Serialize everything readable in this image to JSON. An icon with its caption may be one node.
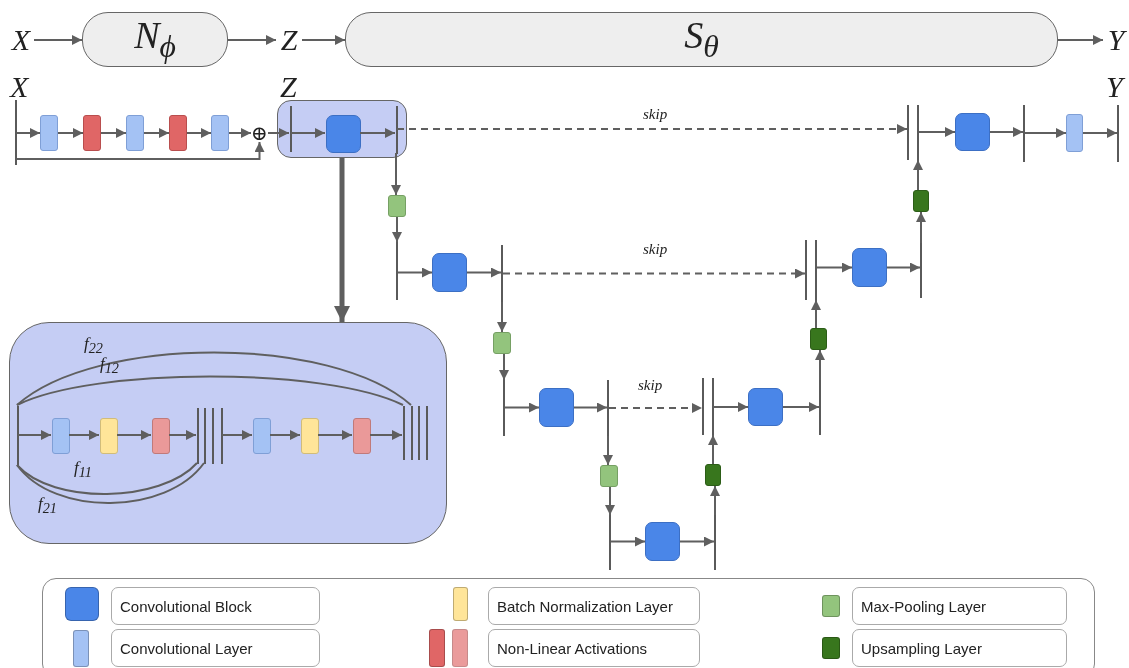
{
  "diagram": {
    "nodes": [
      {
        "text": [
          "X"
        ]
      },
      {
        "text": [
          "N$_{ϕ}$"
        ]
      },
      {
        "text": [
          "Z"
        ]
      },
      {
        "text": [
          "S$_{θ}$"
        ]
      },
      {
        "text": [
          "Y"
        ]
      },
      {
        "text": [],
        "shape": "bar"
      },
      {
        "text": [],
        "shape": "box"
      },
      {
        "text": [],
        "shape": "box"
      },
      {
        "text": [],
        "shape": "box"
      },
      {
        "text": [],
        "shape": "box"
      },
      {
        "text": [],
        "shape": "box"
      },
      {
        "text": [
          "⊕"
        ]
      },
      {
        "text": [],
        "shape": "box"
      },
      {
        "text": [],
        "shape": "bar",
        "in": 12
      },
      {
        "text": [],
        "shape": "box",
        "in": 12
      },
      {
        "text": [],
        "shape": "bar",
        "in": 12
      },
      {
        "text": [],
        "shape": "box"
      },
      {
        "text": [],
        "shape": "bar",
        "in": 16
      },
      {
        "text": [],
        "shape": "box",
        "in": 16
      },
      {
        "text": [],
        "shape": "box",
        "in": 16
      },
      {
        "text": [],
        "shape": "box",
        "in": 16
      },
      {
        "text": [],
        "shape": "bar",
        "in": 16
      },
      {
        "text": [],
        "shape": "bar",
        "in": 16
      },
      {
        "text": [],
        "shape": "bar",
        "in": 16
      },
      {
        "text": [],
        "shape": "bar",
        "in": 16
      },
      {
        "text": [],
        "shape": "box",
        "in": 16
      },
      {
        "text": [],
        "shape": "box",
        "in": 16
      },
      {
        "text": [],
        "shape": "box",
        "in": 16
      },
      {
        "text": [],
        "shape": "bar",
        "in": 16
      },
      {
        "text": [],
        "shape": "bar",
        "in": 16
      },
      {
        "text": [],
        "shape": "bar",
        "in": 16
      },
      {
        "text": [],
        "shape": "bar",
        "in": 16
      },
      {
        "text": [],
        "shape": "bar"
      },
      {
        "text": [],
        "shape": "bar"
      },
      {
        "text": [],
        "shape": "box"
      },
      {
        "text": [],
        "shape": "bar"
      },
      {
        "text": [],
        "shape": "box"
      },
      {
        "text": [],
        "shape": "bar"
      },
      {
        "text": [],
        "shape": "box"
      },
      {
        "text": [],
        "shape": "box"
      },
      {
        "text": [],
        "shape": "bar"
      },
      {
        "text": [],
        "shape": "box"
      },
      {
        "text": [],
        "shape": "bar"
      },
      {
        "text": [],
        "shape": "bar"
      },
      {
        "text": [],
        "shape": "bar"
      },
      {
        "text": [],
        "shape": "box"
      },
      {
        "text": [],
        "shape": "bar"
      },
      {
        "text": [],
        "shape": "box"
      },
      {
        "text": [],
        "shape": "box"
      },
      {
        "text": [],
        "shape": "bar"
      },
      {
        "text": [],
        "shape": "box"
      },
      {
        "text": [],
        "shape": "bar"
      },
      {
        "text": [],
        "shape": "bar"
      },
      {
        "text": [],
        "shape": "bar"
      },
      {
        "text": [],
        "shape": "box"
      },
      {
        "text": [],
        "shape": "bar"
      },
      {
        "text": [],
        "shape": "box"
      },
      {
        "text": [],
        "shape": "box"
      },
      {
        "text": [],
        "shape": "bar"
      },
      {
        "text": [],
        "shape": "box"
      },
      {
        "text": [],
        "shape": "bar"
      }
    ],
    "edges": [
      {
        "from": 0,
        "to": 1,
        "arrow": "to"
      },
      {
        "from": 1,
        "to": 2,
        "arrow": "to"
      },
      {
        "from": 2,
        "to": 3,
        "arrow": "to"
      },
      {
        "from": 3,
        "to": 4,
        "arrow": "to"
      },
      {
        "from": 5,
        "to": 6,
        "arrow": "to"
      },
      {
        "from": 6,
        "to": 7,
        "arrow": "to"
      },
      {
        "from": 7,
        "to": 8,
        "arrow": "to"
      },
      {
        "from": 8,
        "to": 9,
        "arrow": "to"
      },
      {
        "from": 9,
        "to": 10,
        "arrow": "to"
      },
      {
        "from": 10,
        "to": 11,
        "arrow": "to"
      },
      {
        "from": 5,
        "to": 11,
        "arrow": "to"
      },
      {
        "from": 11,
        "to": 13,
        "arrow": "to"
      },
      {
        "from": 13,
        "to": 14,
        "arrow": "to"
      },
      {
        "from": 14,
        "to": 15,
        "arrow": "to"
      },
      {
        "from": 12,
        "to": 16,
        "arrow": "to",
        "style": "thick"
      },
      {
        "from": 17,
        "to": 18,
        "arrow": "to"
      },
      {
        "from": 18,
        "to": 19,
        "arrow": "to"
      },
      {
        "from": 19,
        "to": 20,
        "arrow": "to"
      },
      {
        "from": 20,
        "to": 21,
        "arrow": "to"
      },
      {
        "from": 17,
        "to": 21,
        "arrow": "none",
        "label": "f$_{11}$"
      },
      {
        "from": 17,
        "to": 22,
        "arrow": "none",
        "label": "f$_{21}$"
      },
      {
        "from": 24,
        "to": 25,
        "arrow": "to"
      },
      {
        "from": 25,
        "to": 26,
        "arrow": "to"
      },
      {
        "from": 26,
        "to": 27,
        "arrow": "to"
      },
      {
        "from": 27,
        "to": 28,
        "arrow": "to"
      },
      {
        "from": 17,
        "to": 28,
        "arrow": "none",
        "label": "f$_{12}$"
      },
      {
        "from": 17,
        "to": 29,
        "arrow": "none",
        "label": "f$_{22}$"
      },
      {
        "from": 15,
        "to": 32,
        "arrow": "to",
        "style": "dashed",
        "label": "skip"
      },
      {
        "from": 33,
        "to": 34,
        "arrow": "to"
      },
      {
        "from": 34,
        "to": 35,
        "arrow": "to"
      },
      {
        "from": 35,
        "to": 36,
        "arrow": "to"
      },
      {
        "from": 36,
        "to": 37,
        "arrow": "to"
      },
      {
        "from": 38,
        "to": 33,
        "arrow": "to"
      },
      {
        "from": 15,
        "to": 39,
        "arrow": "to"
      },
      {
        "from": 39,
        "to": 40,
        "arrow": "to"
      },
      {
        "from": 40,
        "to": 41,
        "arrow": "to"
      },
      {
        "from": 41,
        "to": 42,
        "arrow": "to"
      },
      {
        "from": 42,
        "to": 43,
        "arrow": "to",
        "style": "dashed",
        "label": "skip"
      },
      {
        "from": 44,
        "to": 45,
        "arrow": "to"
      },
      {
        "from": 45,
        "to": 46,
        "arrow": "to"
      },
      {
        "from": 46,
        "to": 38,
        "arrow": "to"
      },
      {
        "from": 47,
        "to": 44,
        "arrow": "to"
      },
      {
        "from": 42,
        "to": 48,
        "arrow": "to"
      },
      {
        "from": 48,
        "to": 49,
        "arrow": "to"
      },
      {
        "from": 49,
        "to": 50,
        "arrow": "to"
      },
      {
        "from": 50,
        "to": 51,
        "arrow": "to"
      },
      {
        "from": 51,
        "to": 52,
        "arrow": "to",
        "style": "dashed",
        "label": "skip"
      },
      {
        "from": 53,
        "to": 54,
        "arrow": "to"
      },
      {
        "from": 54,
        "to": 55,
        "arrow": "to"
      },
      {
        "from": 55,
        "to": 47,
        "arrow": "to"
      },
      {
        "from": 56,
        "to": 53,
        "arrow": "to"
      },
      {
        "from": 51,
        "to": 57,
        "arrow": "to"
      },
      {
        "from": 57,
        "to": 58,
        "arrow": "to"
      },
      {
        "from": 58,
        "to": 59,
        "arrow": "to"
      },
      {
        "from": 59,
        "to": 60,
        "arrow": "to"
      },
      {
        "from": 60,
        "to": 56,
        "arrow": "to"
      }
    ],
    "labels": [
      "X",
      "Z",
      "Y"
    ],
    "legend": [
      {
        "text": "Convolutional Block",
        "color": "#4a86e8"
      },
      {
        "text": "Convolutional Layer",
        "color": "#a4c2f4"
      },
      {
        "text": "Batch Normalization Layer",
        "color": "#ffe599"
      },
      {
        "text": "Non-Linear Activations",
        "color": "#e06666"
      },
      {
        "text": "Max-Pooling Layer",
        "color": "#93c47d"
      },
      {
        "text": "Upsampling Layer",
        "color": "#38761d"
      }
    ]
  }
}
